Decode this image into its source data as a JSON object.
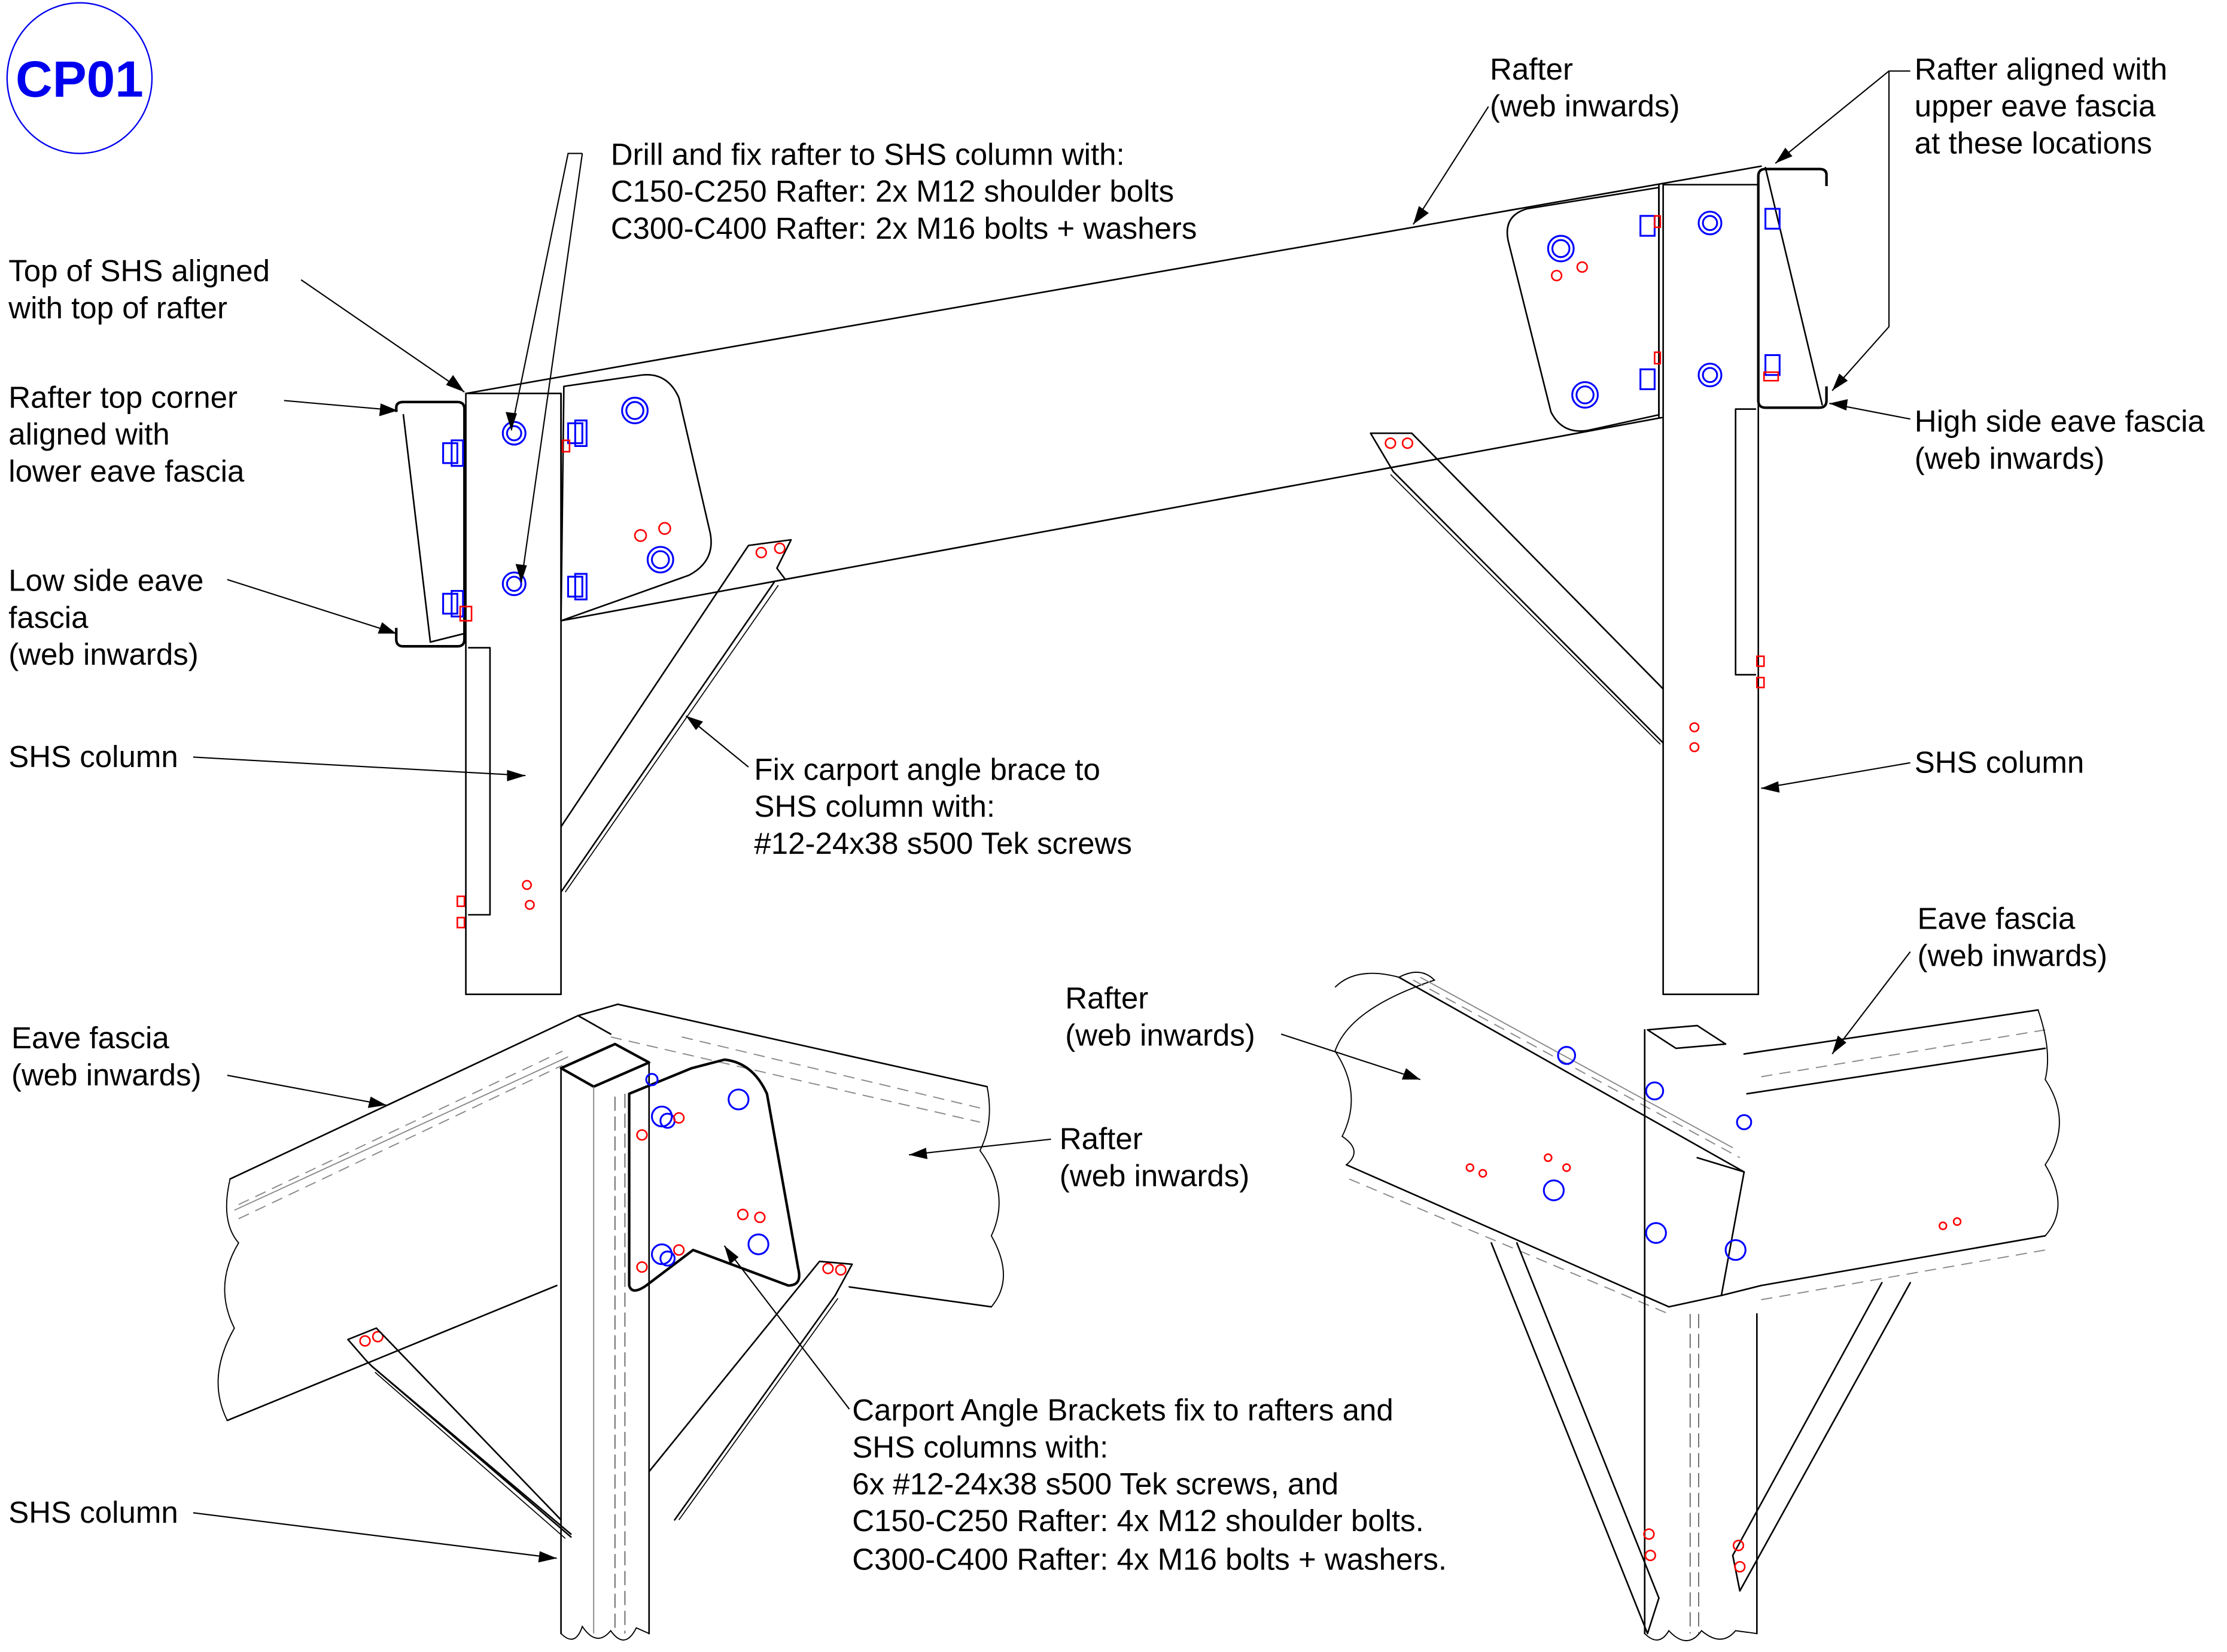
{
  "drawing": {
    "id_badge": "CP01",
    "colors": {
      "line": "#000000",
      "bolt": "#0000ff",
      "screw": "#ff0000",
      "badge": "#0000ee",
      "hidden_line": "#888888"
    }
  },
  "elevation": {
    "labels": {
      "drill_fix": [
        "Drill and fix rafter to SHS column with:",
        "C150-C250 Rafter: 2x M12 shoulder bolts",
        "C300-C400 Rafter: 2x M16 bolts + washers"
      ],
      "rafter_top": [
        "Rafter",
        "(web inwards)"
      ],
      "rafter_aligned_upper": [
        "Rafter aligned with",
        "upper eave fascia",
        "at these locations"
      ],
      "top_of_shs": [
        "Top of SHS aligned",
        "with top of rafter"
      ],
      "rafter_top_corner": [
        "Rafter top corner",
        "aligned with",
        "lower eave fascia"
      ],
      "high_side_fascia": [
        "High side eave fascia",
        "(web inwards)"
      ],
      "low_side_fascia": [
        "Low side eave",
        "fascia",
        "(web inwards)"
      ],
      "shs_column_left": [
        "SHS column"
      ],
      "shs_column_right": [
        "SHS column"
      ],
      "fix_brace": [
        "Fix carport angle brace to",
        "SHS column with:",
        "#12-24x38 s500 Tek screws"
      ]
    }
  },
  "iso_left": {
    "labels": {
      "eave_fascia": [
        "Eave fascia",
        "(web inwards)"
      ],
      "rafter": [
        "Rafter",
        "(web inwards)"
      ],
      "shs_column": [
        "SHS column"
      ],
      "brackets": [
        "Carport Angle Brackets fix to rafters and",
        "SHS columns with:",
        "6x #12-24x38 s500 Tek screws, and",
        "C150-C250 Rafter: 4x M12 shoulder bolts.",
        "C300-C400 Rafter: 4x M16 bolts + washers."
      ]
    }
  },
  "iso_right": {
    "labels": {
      "rafter": [
        "Rafter",
        "(web inwards)"
      ],
      "eave_fascia": [
        "Eave fascia",
        "(web inwards)"
      ]
    }
  }
}
